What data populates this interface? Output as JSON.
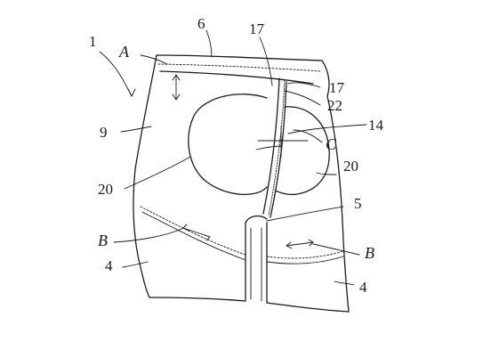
{
  "figure": {
    "reference_numerals": {
      "garment": "1",
      "waistband": "6",
      "seam_line": "17",
      "seam_line_2": "17",
      "seam_tape": "22",
      "crotch_member": "14",
      "cup_left": "20",
      "cup_right": "20",
      "crotch_end": "5",
      "body_panel": "9",
      "leg_left": "4",
      "leg_right": "4"
    },
    "arrow_letters": {
      "waist_arrow": "A",
      "leg_arrow_left": "B",
      "leg_arrow_right": "B",
      "center_mark": "C"
    }
  }
}
